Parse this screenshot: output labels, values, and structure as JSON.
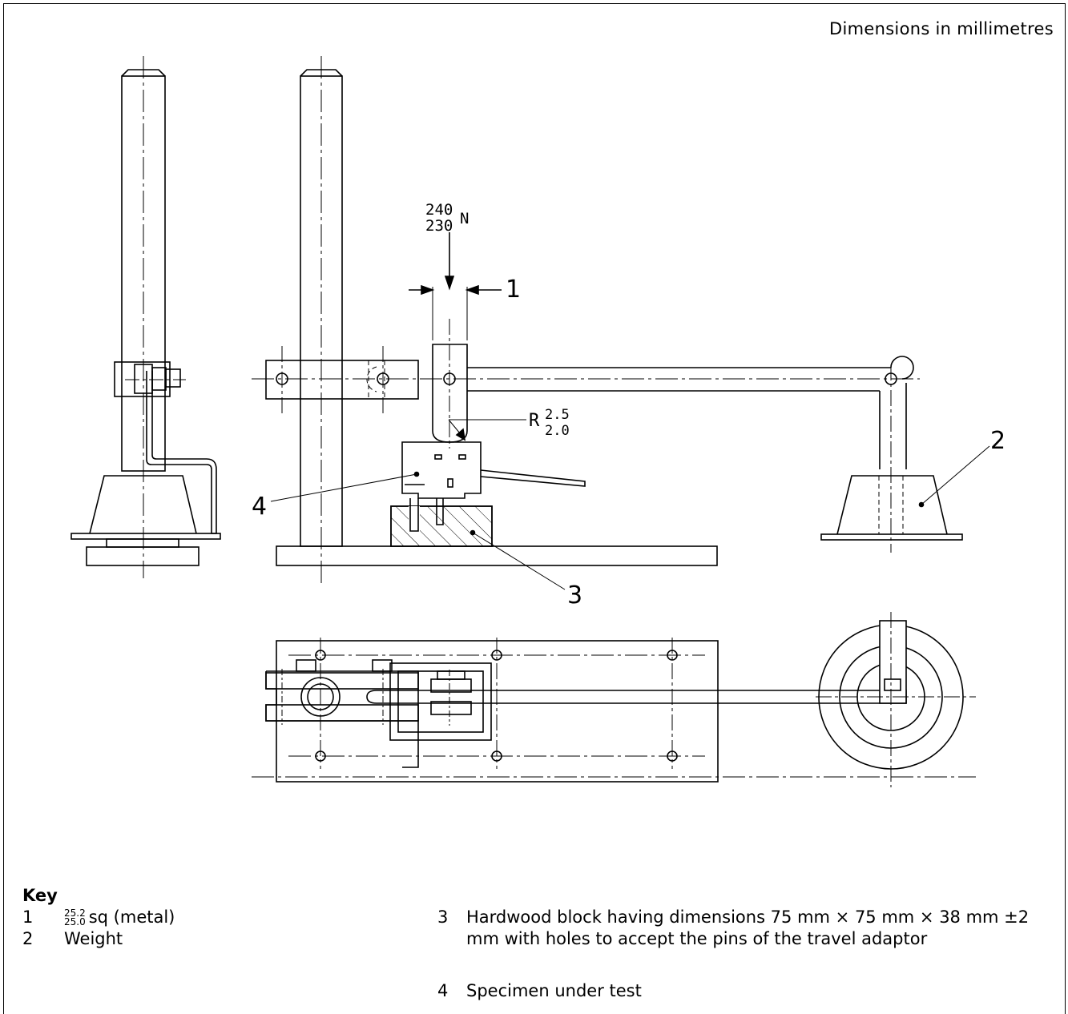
{
  "header": {
    "note": "Dimensions in millimetres"
  },
  "diagram": {
    "force": {
      "upper": "240",
      "lower": "230",
      "unit": "N"
    },
    "radius": {
      "prefix": "R",
      "upper": "2.5",
      "lower": "2.0"
    },
    "callouts": [
      "1",
      "2",
      "3",
      "4"
    ]
  },
  "key": {
    "title": "Key",
    "items": [
      {
        "num": "1",
        "upper": "25.2",
        "lower": "25.0",
        "text": "sq (metal)"
      },
      {
        "num": "2",
        "text": "Weight"
      },
      {
        "num": "3",
        "text": "Hardwood block having dimensions 75 mm × 75 mm × 38 mm ±2 mm with holes to accept the pins of the travel adaptor"
      },
      {
        "num": "4",
        "text": "Specimen under test"
      }
    ]
  },
  "colors": {
    "line": "#000000",
    "background": "#ffffff"
  }
}
